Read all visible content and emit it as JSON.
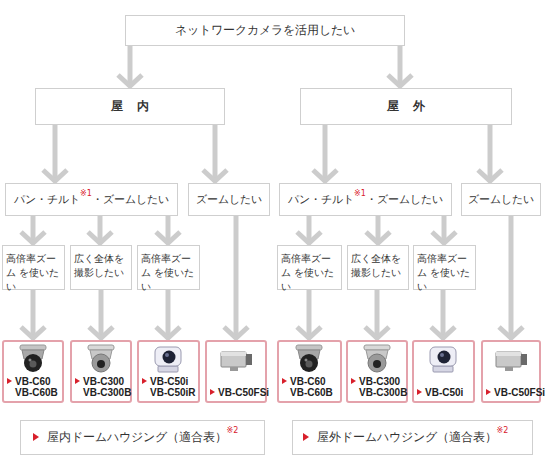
{
  "diagram": {
    "nodes": [
      {
        "text": [
          "ネットワークカメラを活用したい"
        ]
      },
      {
        "text": [
          "屋内"
        ]
      },
      {
        "text": [
          "屋外"
        ]
      },
      {
        "text": [
          "パン・チルト",
          "※1",
          "・ズームしたい"
        ]
      },
      {
        "text": [
          "ズームしたい"
        ]
      },
      {
        "text": [
          "パン・チルト",
          "※1",
          "・ズームしたい"
        ]
      },
      {
        "text": [
          "ズームしたい"
        ]
      },
      {
        "text": [
          "高倍率ズーム を使いたい"
        ]
      },
      {
        "text": [
          "広く全体を 撮影したい"
        ]
      },
      {
        "text": [
          "高倍率ズーム を使いたい"
        ]
      },
      {
        "text": [
          "高倍率ズーム を使いたい"
        ]
      },
      {
        "text": [
          "広く全体を 撮影したい"
        ]
      },
      {
        "text": [
          "高倍率ズーム を使いたい"
        ]
      },
      {
        "text": [
          "VB-C60",
          "VB-C60B"
        ]
      },
      {
        "text": [
          "VB-C300",
          "VB-C300B"
        ]
      },
      {
        "text": [
          "VB-C50i",
          "VB-C50iR"
        ]
      },
      {
        "text": [
          "VB-C50FSi"
        ]
      },
      {
        "text": [
          "VB-C60",
          "VB-C60B"
        ]
      },
      {
        "text": [
          "VB-C300",
          "VB-C300B"
        ]
      },
      {
        "text": [
          "VB-C50i"
        ]
      },
      {
        "text": [
          "VB-C50FSi"
        ]
      },
      {
        "text": [
          "屋内ドームハウジング（適合表）",
          "※2"
        ]
      },
      {
        "text": [
          "屋外ドームハウジング（適合表）",
          "※2"
        ]
      }
    ],
    "edges": [
      {
        "from": 0,
        "to": 1,
        "arrow": "to"
      },
      {
        "from": 0,
        "to": 2,
        "arrow": "to"
      },
      {
        "from": 1,
        "to": 3,
        "arrow": "to"
      },
      {
        "from": 1,
        "to": 4,
        "arrow": "to"
      },
      {
        "from": 2,
        "to": 5,
        "arrow": "to"
      },
      {
        "from": 2,
        "to": 6,
        "arrow": "to"
      },
      {
        "from": 3,
        "to": 7,
        "arrow": "to"
      },
      {
        "from": 3,
        "to": 8,
        "arrow": "to"
      },
      {
        "from": 3,
        "to": 9,
        "arrow": "to"
      },
      {
        "from": 5,
        "to": 10,
        "arrow": "to"
      },
      {
        "from": 5,
        "to": 11,
        "arrow": "to"
      },
      {
        "from": 5,
        "to": 12,
        "arrow": "to"
      },
      {
        "from": 7,
        "to": 13,
        "arrow": "to"
      },
      {
        "from": 8,
        "to": 14,
        "arrow": "to"
      },
      {
        "from": 9,
        "to": 15,
        "arrow": "to"
      },
      {
        "from": 4,
        "to": 16,
        "arrow": "to"
      },
      {
        "from": 10,
        "to": 17,
        "arrow": "to"
      },
      {
        "from": 11,
        "to": 18,
        "arrow": "to"
      },
      {
        "from": 12,
        "to": 19,
        "arrow": "to"
      },
      {
        "from": 6,
        "to": 20,
        "arrow": "to"
      }
    ]
  }
}
